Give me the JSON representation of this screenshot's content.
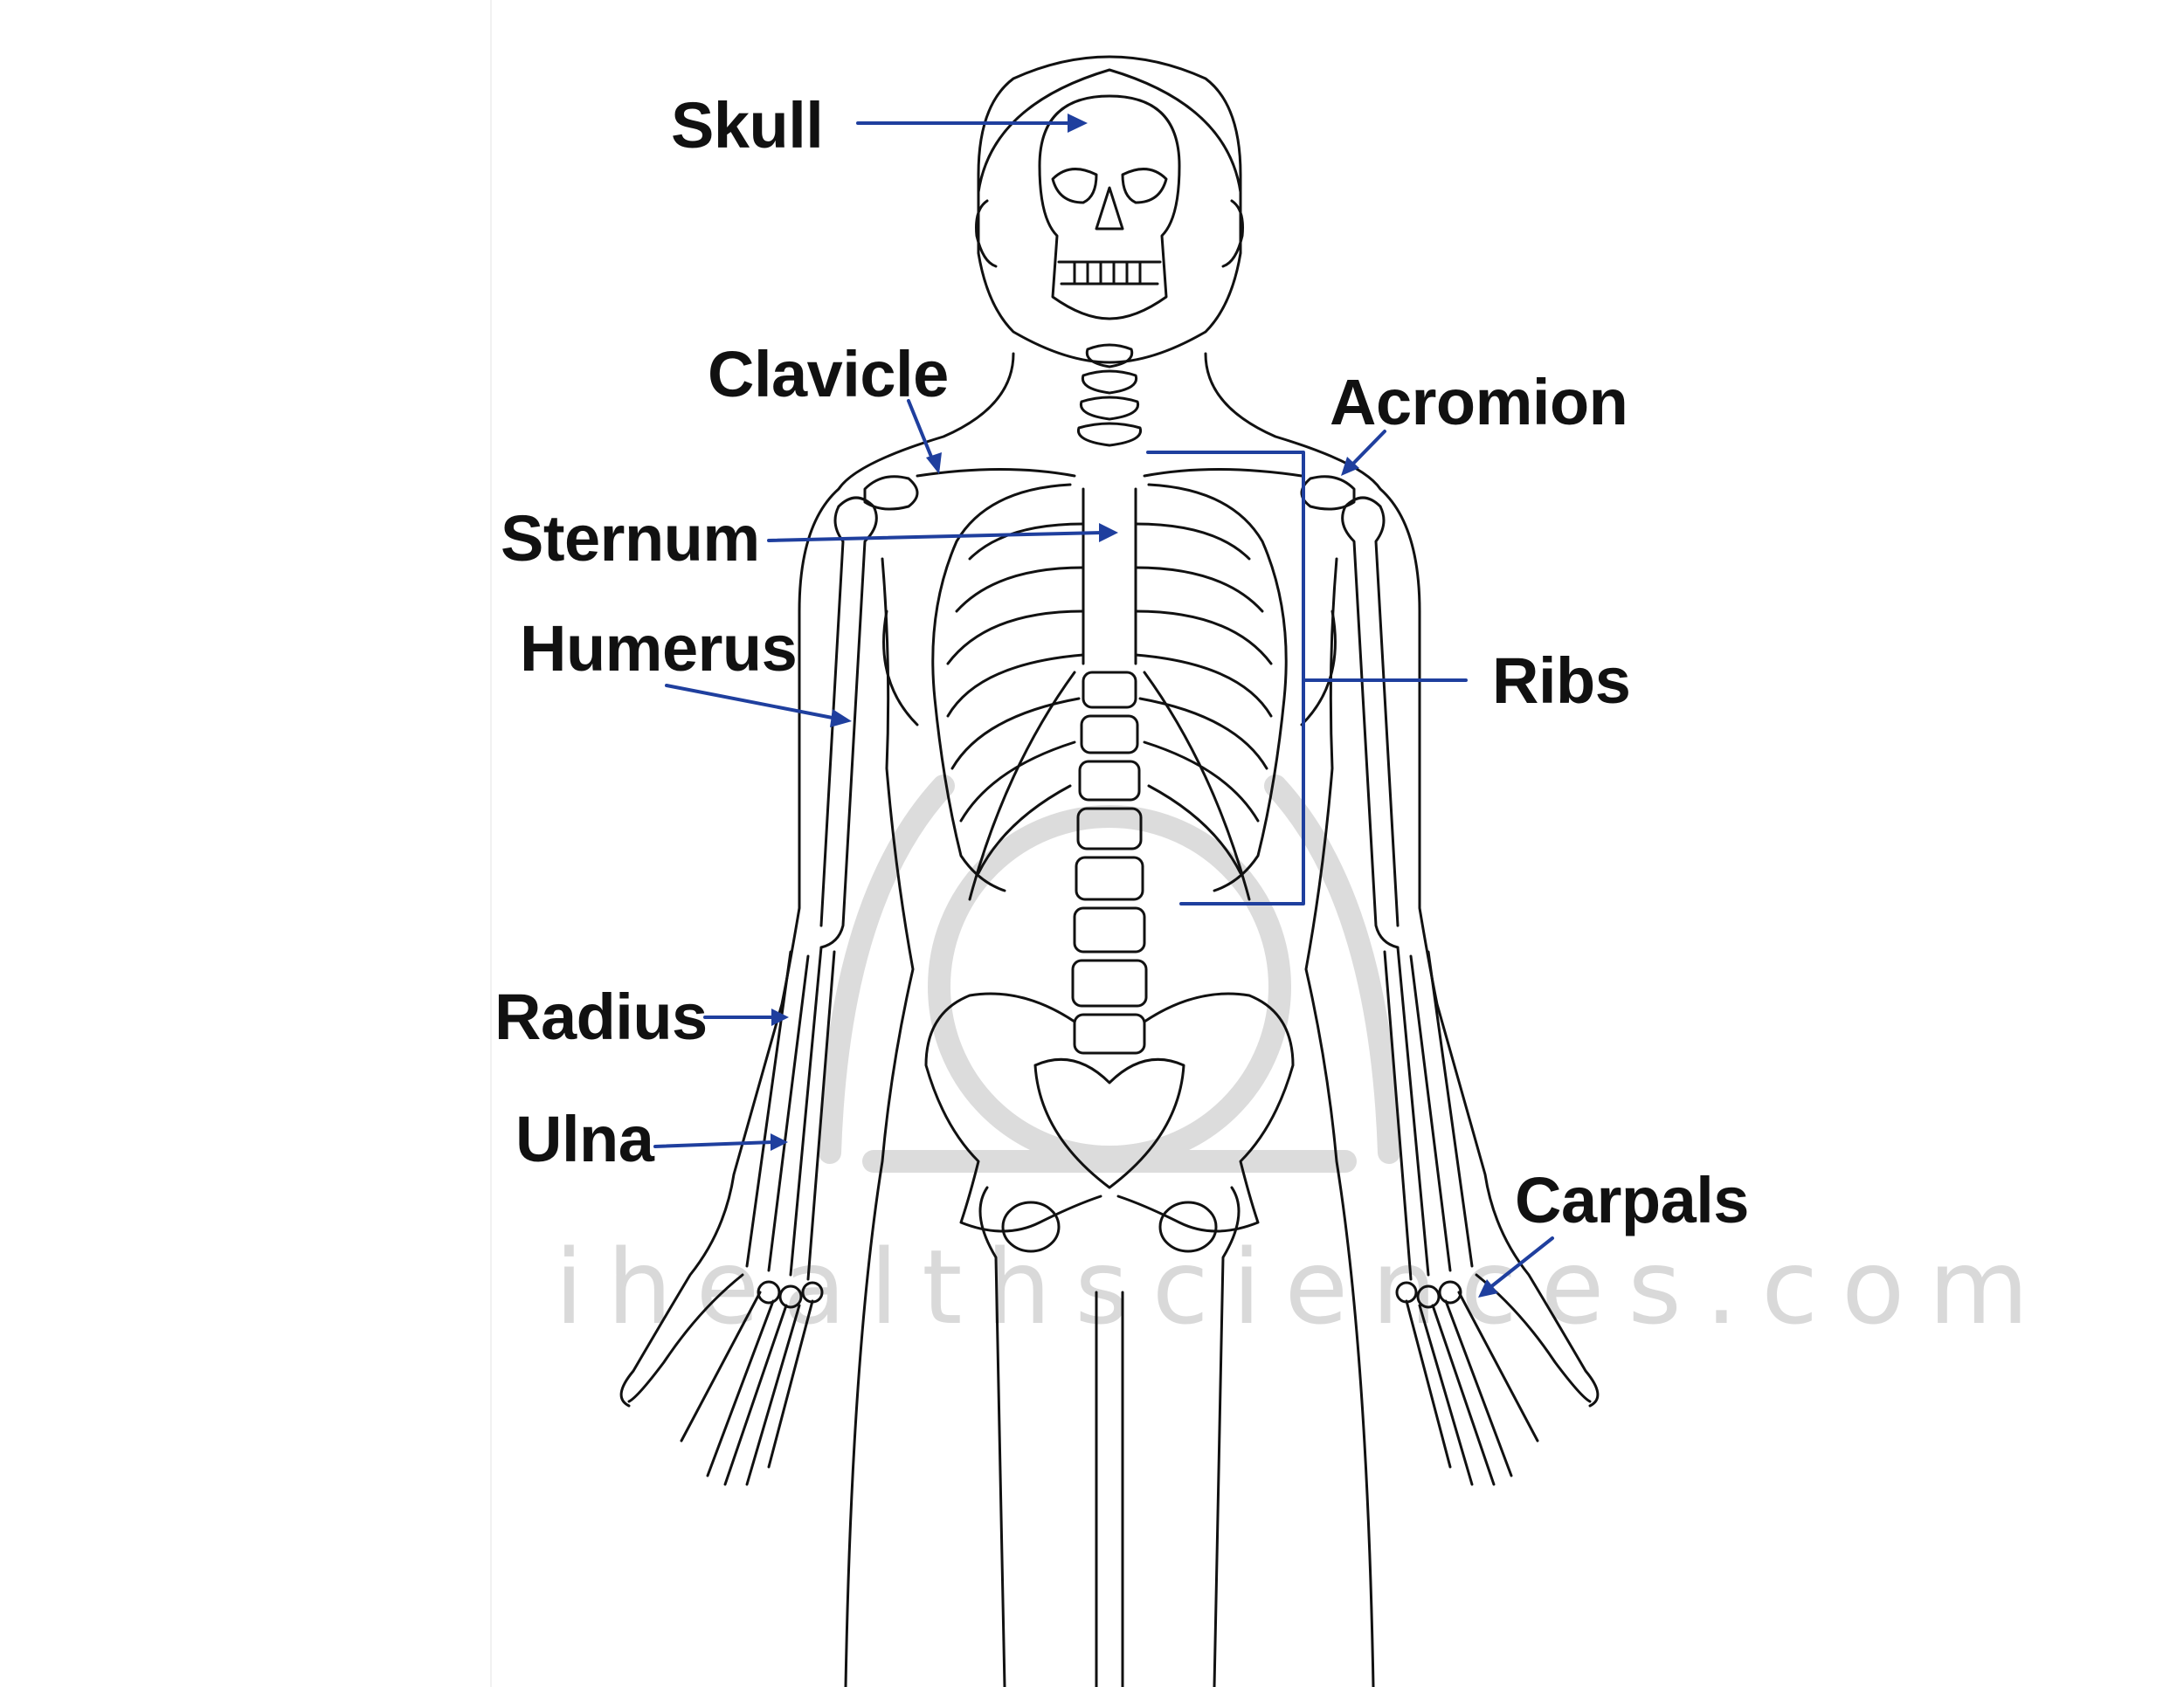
{
  "watermark": "ihealthsciences.com",
  "colors": {
    "leader": "#1f3f9e",
    "outline": "#111111",
    "watermark": "#d9d9d9"
  },
  "labels": {
    "skull": "Skull",
    "clavicle": "Clavicle",
    "acromion": "Acromion",
    "sternum": "Sternum",
    "humerus": "Humerus",
    "ribs": "Ribs",
    "radius": "Radius",
    "ulna": "Ulna",
    "carpals": "Carpals"
  }
}
